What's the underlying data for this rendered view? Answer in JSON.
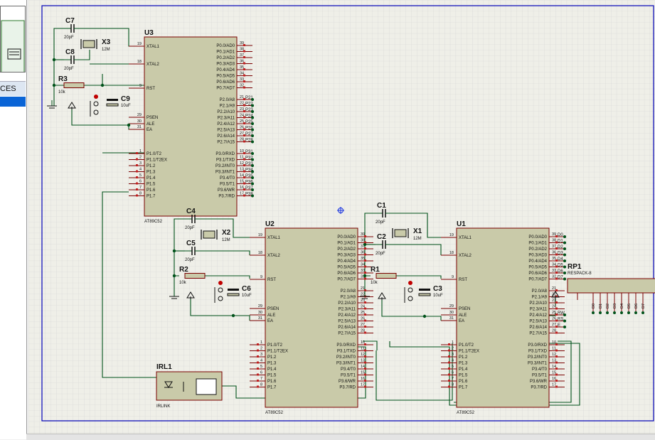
{
  "sidebar": {
    "devices_tab_label": "CES"
  },
  "components": {
    "u3": {
      "ref": "U3",
      "part": "AT89C52"
    },
    "u2": {
      "ref": "U2",
      "part": "AT89C52"
    },
    "u1": {
      "ref": "U1",
      "part": "AT89C52"
    },
    "c7": {
      "ref": "C7",
      "value": "20pF"
    },
    "c8": {
      "ref": "C8",
      "value": "20pF"
    },
    "x3": {
      "ref": "X3",
      "value": "12M"
    },
    "r3": {
      "ref": "R3",
      "value": "10k"
    },
    "c9": {
      "ref": "C9",
      "value": "10uF"
    },
    "c4": {
      "ref": "C4",
      "value": "20pF"
    },
    "c5": {
      "ref": "C5",
      "value": "20pF"
    },
    "x2": {
      "ref": "X2",
      "value": "12M"
    },
    "r2": {
      "ref": "R2",
      "value": "10k"
    },
    "c6": {
      "ref": "C6",
      "value": "10uF"
    },
    "c1": {
      "ref": "C1",
      "value": "20pF"
    },
    "c2": {
      "ref": "C2",
      "value": "20pF"
    },
    "x1": {
      "ref": "X1",
      "value": "12M"
    },
    "r1": {
      "ref": "R1",
      "value": "10k"
    },
    "c3": {
      "ref": "C3",
      "value": "10uF"
    },
    "irl1": {
      "ref": "IRL1",
      "part": "IRLINK"
    },
    "rp1": {
      "ref": "RP1",
      "part": "RESPACK-8"
    }
  },
  "mcu_pins": {
    "left_top": [
      {
        "num": "19",
        "name": "XTAL1"
      },
      {
        "num": "18",
        "name": "XTAL2"
      },
      {
        "num": "9",
        "name": "RST"
      },
      {
        "num": "29",
        "name": "PSEN"
      },
      {
        "num": "30",
        "name": "ALE"
      },
      {
        "num": "31",
        "name": "EA"
      }
    ],
    "left_p1": [
      {
        "num": "1",
        "name": "P1.0/T2"
      },
      {
        "num": "2",
        "name": "P1.1/T2EX"
      },
      {
        "num": "3",
        "name": "P1.2"
      },
      {
        "num": "4",
        "name": "P1.3"
      },
      {
        "num": "5",
        "name": "P1.4"
      },
      {
        "num": "6",
        "name": "P1.5"
      },
      {
        "num": "7",
        "name": "P1.6"
      },
      {
        "num": "8",
        "name": "P1.7"
      }
    ],
    "right_p0": [
      {
        "num": "39",
        "name": "P0.0/AD0"
      },
      {
        "num": "38",
        "name": "P0.1/AD1"
      },
      {
        "num": "37",
        "name": "P0.2/AD2"
      },
      {
        "num": "36",
        "name": "P0.3/AD3"
      },
      {
        "num": "35",
        "name": "P0.4/AD4"
      },
      {
        "num": "34",
        "name": "P0.5/AD5"
      },
      {
        "num": "33",
        "name": "P0.6/AD6"
      },
      {
        "num": "32",
        "name": "P0.7/AD7"
      }
    ],
    "right_p2": [
      {
        "num": "21",
        "name": "P2.0/A8"
      },
      {
        "num": "22",
        "name": "P2.1/A9"
      },
      {
        "num": "23",
        "name": "P2.2/A10"
      },
      {
        "num": "24",
        "name": "P2.3/A11"
      },
      {
        "num": "25",
        "name": "P2.4/A12"
      },
      {
        "num": "26",
        "name": "P2.5/A13"
      },
      {
        "num": "27",
        "name": "P2.6/A14"
      },
      {
        "num": "28",
        "name": "P2.7/A15"
      }
    ],
    "right_p3": [
      {
        "num": "10",
        "name": "P3.0/RXD"
      },
      {
        "num": "11",
        "name": "P3.1/TXD"
      },
      {
        "num": "12",
        "name": "P3.2/INT0"
      },
      {
        "num": "13",
        "name": "P3.3/INT1"
      },
      {
        "num": "14",
        "name": "P3.4/T0"
      },
      {
        "num": "15",
        "name": "P3.5/T1"
      },
      {
        "num": "16",
        "name": "P3.6/WR"
      },
      {
        "num": "17",
        "name": "P3.7/RD"
      }
    ]
  },
  "net_labels": {
    "u3_p2": [
      "P21",
      "P22",
      "P23",
      "P24",
      "P25",
      "P26",
      "P27",
      "P28"
    ],
    "u3_p3": [
      "P31",
      "P32",
      "P33",
      "P34",
      "P35",
      "P36",
      "P37",
      "P38"
    ],
    "u1_p0": [
      "D0",
      "D1",
      "D2",
      "D3",
      "D4",
      "D5",
      "D6",
      "D7"
    ],
    "u1_ctrl": [
      "RW",
      "RS",
      "E"
    ],
    "rp1_pins": [
      "D0",
      "D1",
      "D2",
      "D3",
      "D4",
      "D5",
      "D6",
      "D7"
    ]
  },
  "colors": {
    "component_fill": "#c9caa9",
    "component_border": "#7a0000",
    "wire": "#00521a",
    "grid": "#cfcfcf",
    "frame": "#0000b8",
    "pin_marker": "#1b36e0"
  }
}
